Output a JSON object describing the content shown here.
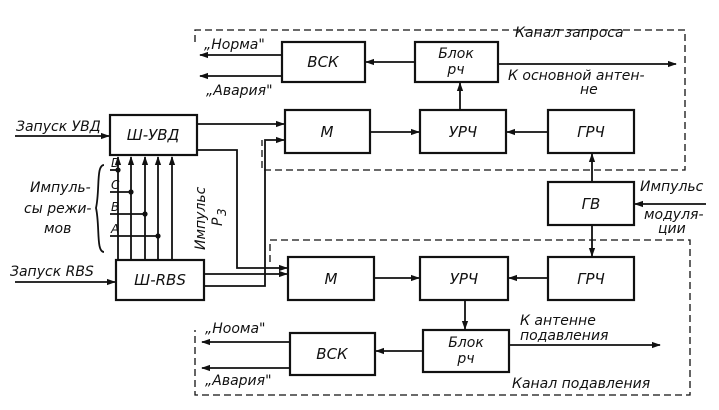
{
  "channels": {
    "request": "Канал запроса",
    "suppression": "Канал подавления"
  },
  "blocks": {
    "vsk_top": "ВСК",
    "rf_top_line1": "Блок",
    "rf_top_line2": "рч",
    "m_top": "М",
    "urch_top": "УРЧ",
    "grch_top": "ГРЧ",
    "sh_uvd": "Ш-УВД",
    "gv": "ГВ",
    "sh_rbs": "Ш-RBS",
    "m_bot": "М",
    "urch_bot": "УРЧ",
    "grch_bot": "ГРЧ",
    "vsk_bot": "ВСК",
    "rf_bot_line1": "Блок",
    "rf_bot_line2": "рч"
  },
  "signals": {
    "norma_top": "„Норма\"",
    "avaria_top": "„Авария\"",
    "main_antenna_line1": "К основной антен-",
    "main_antenna_line2": "не",
    "launch_uvd": "Запуск УВД",
    "modes_line1": "Импуль-",
    "modes_line2": "сы режи-",
    "modes_line3": "мов",
    "mode_d": "D",
    "mode_c": "C",
    "mode_b": "B",
    "mode_a": "A",
    "impulse_p3_line1": "Импульс",
    "impulse_p3_line2": "P",
    "impulse_p3_sub": "3",
    "mod_impulse_line1": "Импульс",
    "mod_impulse_line2": "модуля-",
    "mod_impulse_line3": "ции",
    "launch_rbs": "Запуск RBS",
    "norma_bot": "„Ноома\"",
    "avaria_bot": "„Авария\"",
    "supp_antenna_line1": "К антенне",
    "supp_antenna_line2": "подавления"
  }
}
